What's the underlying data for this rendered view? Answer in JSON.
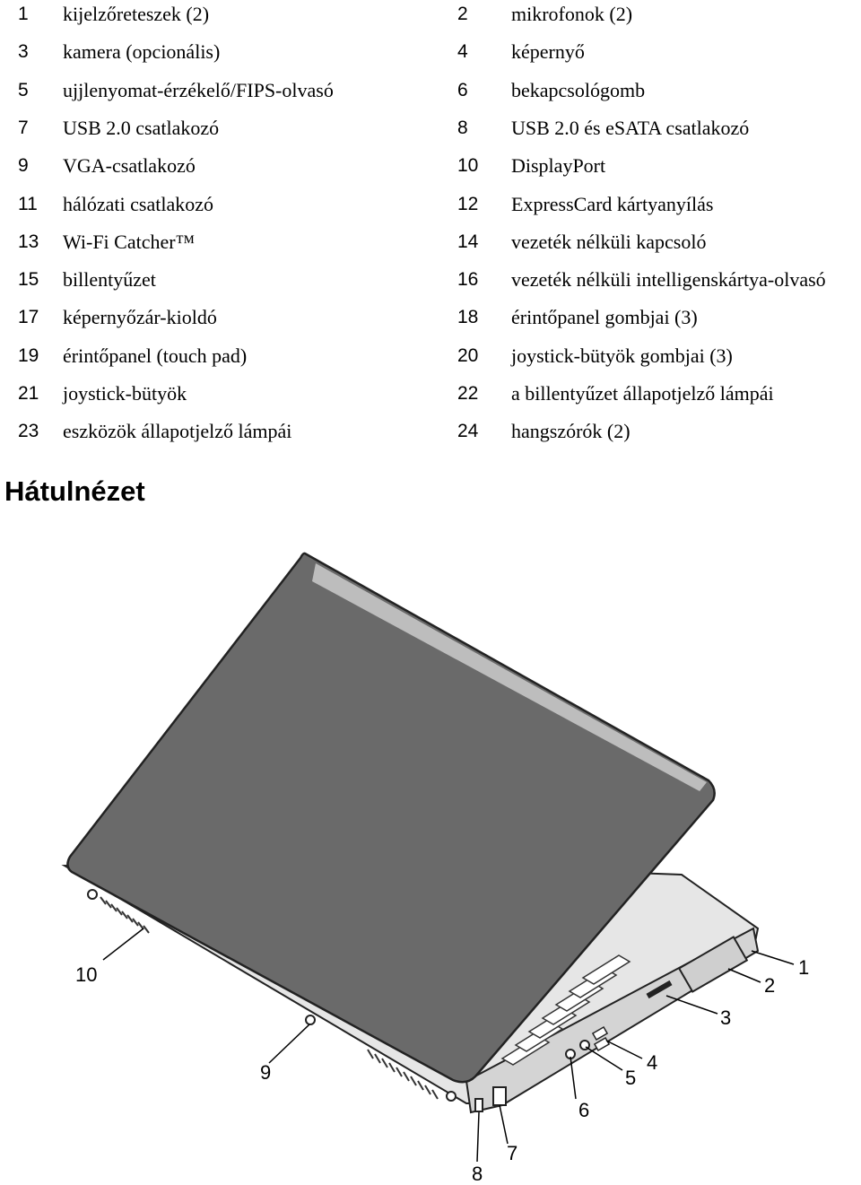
{
  "legend": [
    {
      "num": "1",
      "label": "kijelzőreteszek (2)",
      "num2": "2",
      "label2": "mikrofonok (2)"
    },
    {
      "num": "3",
      "label": "kamera (opcionális)",
      "num2": "4",
      "label2": "képernyő"
    },
    {
      "num": "5",
      "label": "ujjlenyomat-érzékelő/FIPS-olvasó",
      "num2": "6",
      "label2": "bekapcsológomb"
    },
    {
      "num": "7",
      "label": "USB 2.0 csatlakozó",
      "num2": "8",
      "label2": "USB 2.0 és eSATA csatlakozó"
    },
    {
      "num": "9",
      "label": "VGA-csatlakozó",
      "num2": "10",
      "label2": "DisplayPort"
    },
    {
      "num": "11",
      "label": "hálózati csatlakozó",
      "num2": "12",
      "label2": "ExpressCard kártyanyílás"
    },
    {
      "num": "13",
      "label": "Wi-Fi Catcher™",
      "num2": "14",
      "label2": "vezeték nélküli kapcsoló"
    },
    {
      "num": "15",
      "label": "billentyűzet",
      "num2": "16",
      "label2": "vezeték nélküli intelligenskártya-olvasó"
    },
    {
      "num": "17",
      "label": "képernyőzár-kioldó",
      "num2": "18",
      "label2": "érintőpanel gombjai (3)"
    },
    {
      "num": "19",
      "label": "érintőpanel (touch pad)",
      "num2": "20",
      "label2": "joystick-bütyök gombjai (3)"
    },
    {
      "num": "21",
      "label": "joystick-bütyök",
      "num2": "22",
      "label2": "a billentyűzet állapotjelző lámpái"
    },
    {
      "num": "23",
      "label": "eszközök állapotjelző lámpái",
      "num2": "24",
      "label2": "hangszórók (2)"
    }
  ],
  "heading": "Hátulnézet",
  "callouts": {
    "c1": "1",
    "c2": "2",
    "c3": "3",
    "c4": "4",
    "c5": "5",
    "c6": "6",
    "c7": "7",
    "c8": "8",
    "c9": "9",
    "c10": "10"
  }
}
